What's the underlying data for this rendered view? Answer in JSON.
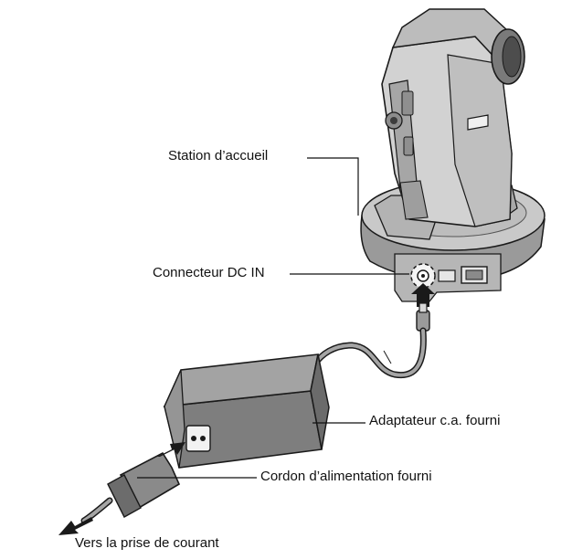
{
  "labels": {
    "station": "Station d’accueil",
    "dc_in": "Connecteur DC IN",
    "adapter": "Adaptateur c.a. fourni",
    "cord": "Cordon d’alimentation fourni",
    "outlet": "Vers la prise de courant"
  },
  "colors": {
    "background": "#ffffff",
    "device_light": "#cfcfcf",
    "device_mid": "#a8a8a8",
    "device_dark": "#6e6e6e",
    "adapter_body": "#8a8a8a",
    "outline": "#1a1a1a",
    "leader": "#111111"
  }
}
